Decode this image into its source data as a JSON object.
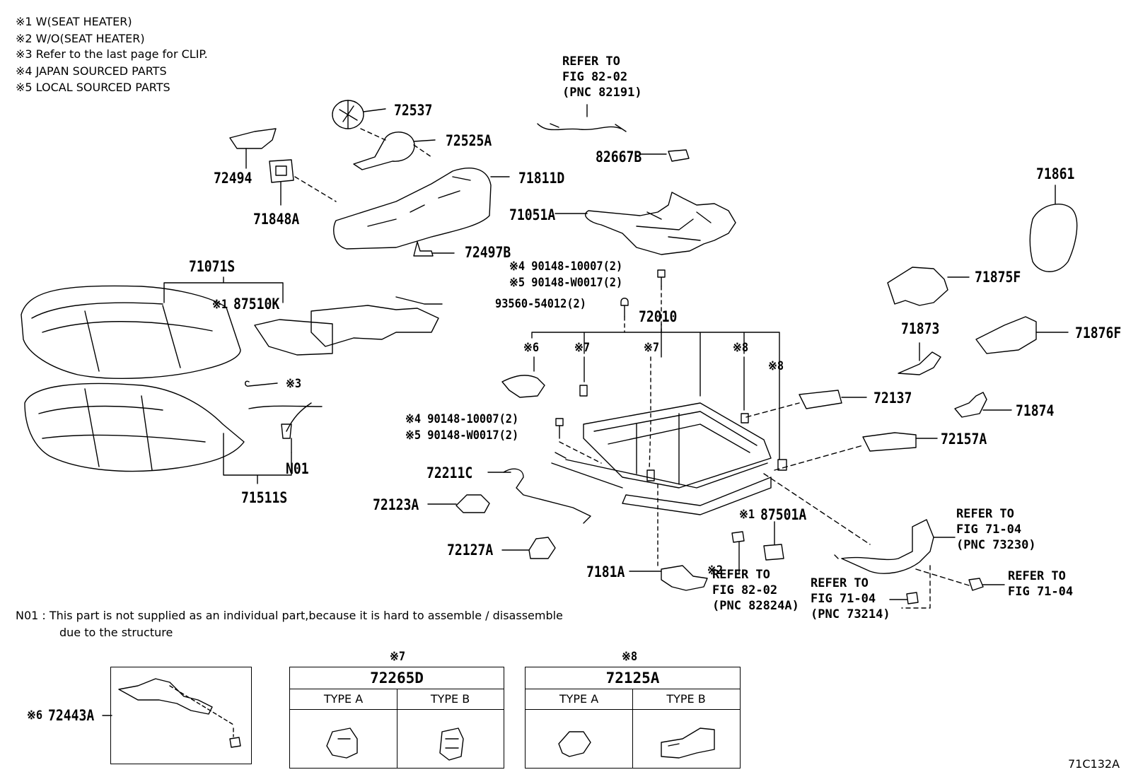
{
  "notes": {
    "n1": "※1 W(SEAT HEATER)",
    "n2": "※2 W/O(SEAT HEATER)",
    "n3": "※3 Refer to the last page for CLIP.",
    "n4": "※4 JAPAN SOURCED PARTS",
    "n5": "※5 LOCAL SOURCED PARTS"
  },
  "footnote": {
    "line1": "N01 : This part is not supplied as an individual part,because it is hard to assemble / disassemble",
    "line2": "due to the structure"
  },
  "parts": {
    "p72537": "72537",
    "p72525A": "72525A",
    "p72494": "72494",
    "p71811D": "71811D",
    "p71848A": "71848A",
    "p72497B": "72497B",
    "p82667B": "82667B",
    "p71051A": "71051A",
    "p71861": "71861",
    "p71875F": "71875F",
    "p71071S": "71071S",
    "p87510K": "87510K",
    "m87510K": "※1",
    "p72010": "72010",
    "p71873": "71873",
    "p71876F": "71876F",
    "p72137": "72137",
    "p71874": "71874",
    "p72157A": "72157A",
    "p72211C": "72211C",
    "p72123A": "72123A",
    "p72127A": "72127A",
    "p7181A": "7181A",
    "p87501A": "87501A",
    "m87501A": "※1",
    "pN01": "N01",
    "p71511S": "71511S",
    "m3": "※3",
    "m6": "※6",
    "m7a": "※7",
    "m7b": "※7",
    "m8a": "※8",
    "m8b": "※8",
    "m2": "※2",
    "p72443A": "72443A",
    "m6b": "※6",
    "code": "71C132A"
  },
  "bolts": {
    "b1a": "※4 90148-10007(2)",
    "b1b": "※5 90148-W0017(2)",
    "b2": "93560-54012(2)",
    "b3a": "※4 90148-10007(2)",
    "b3b": "※5 90148-W0017(2)"
  },
  "refs": {
    "r1": [
      "REFER TO",
      "FIG 82-02",
      "(PNC 82191)"
    ],
    "r2": [
      "REFER TO",
      "FIG 71-04",
      "(PNC 73230)"
    ],
    "r3": [
      "REFER TO",
      "FIG 82-02",
      "(PNC 82824A)"
    ],
    "r4": [
      "REFER TO",
      "FIG 71-04",
      "(PNC 73214)"
    ],
    "r5": [
      "REFER TO",
      "FIG 71-04"
    ]
  },
  "tables": {
    "t7": {
      "mark": "※7",
      "part": "72265D",
      "typeA": "TYPE A",
      "typeB": "TYPE B"
    },
    "t8": {
      "mark": "※8",
      "part": "72125A",
      "typeA": "TYPE A",
      "typeB": "TYPE B"
    }
  }
}
